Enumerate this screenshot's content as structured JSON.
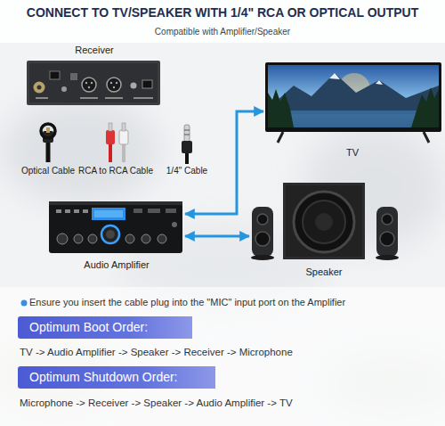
{
  "diagram": {
    "title": "CONNECT TO TV/SPEAKER WITH 1/4\" RCA OR OPTICAL OUTPUT",
    "nodes": [
      {
        "text": [
          "Receiver"
        ]
      },
      {
        "text": [
          "TV"
        ]
      },
      {
        "text": [
          "Optical Cable"
        ]
      },
      {
        "text": [
          "RCA to RCA Cable"
        ]
      },
      {
        "text": [
          "1/4\" Cable"
        ]
      },
      {
        "text": [
          "Audio Amplifier"
        ]
      },
      {
        "text": [
          "Speaker"
        ]
      },
      {
        "text": [
          "Optimum Boot Order:"
        ]
      },
      {
        "text": [
          "Optimum Shutdown Order:"
        ]
      }
    ],
    "edges": [
      {
        "from": 5,
        "to": 1,
        "arrow": "both"
      },
      {
        "from": 5,
        "to": 6,
        "arrow": "both"
      }
    ],
    "labels": [
      "Compatible with Amplifier/Speaker",
      "Ensure you insert the cable plug into the \"MIC\" input port on the Amplifier",
      "TV -> Audio Amplifier -> Speaker -> Receiver -> Microphone",
      "Microphone -> Receiver -> Speaker -> Audio Amplifier -> TV"
    ]
  }
}
